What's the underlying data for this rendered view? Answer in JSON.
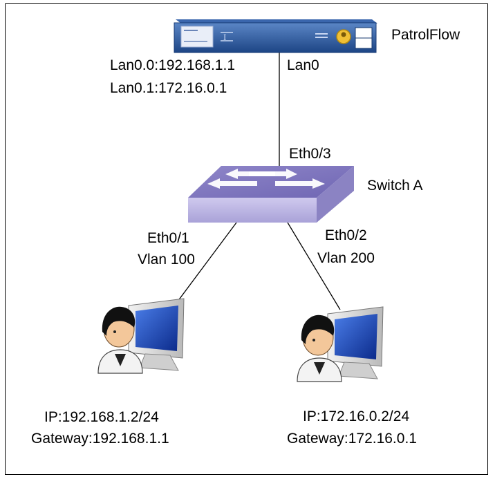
{
  "device": {
    "name": "PatrolFlow",
    "port": "Lan0",
    "interfaces": [
      "Lan0.0:192.168.1.1",
      "Lan0.1:172.16.0.1"
    ],
    "color": "#1f4e8e"
  },
  "switch": {
    "name": "Switch A",
    "uplink_port": "Eth0/3",
    "color": "#b4b0e0"
  },
  "links": [
    {
      "port": "Eth0/1",
      "vlan": "Vlan 100"
    },
    {
      "port": "Eth0/2",
      "vlan": "Vlan 200"
    }
  ],
  "hosts": [
    {
      "ip": "IP:192.168.1.2/24",
      "gateway": "Gateway:192.168.1.1",
      "icon": "user-computer-icon"
    },
    {
      "ip": "IP:172.16.0.2/24",
      "gateway": "Gateway:172.16.0.1",
      "icon": "user-computer-icon"
    }
  ]
}
